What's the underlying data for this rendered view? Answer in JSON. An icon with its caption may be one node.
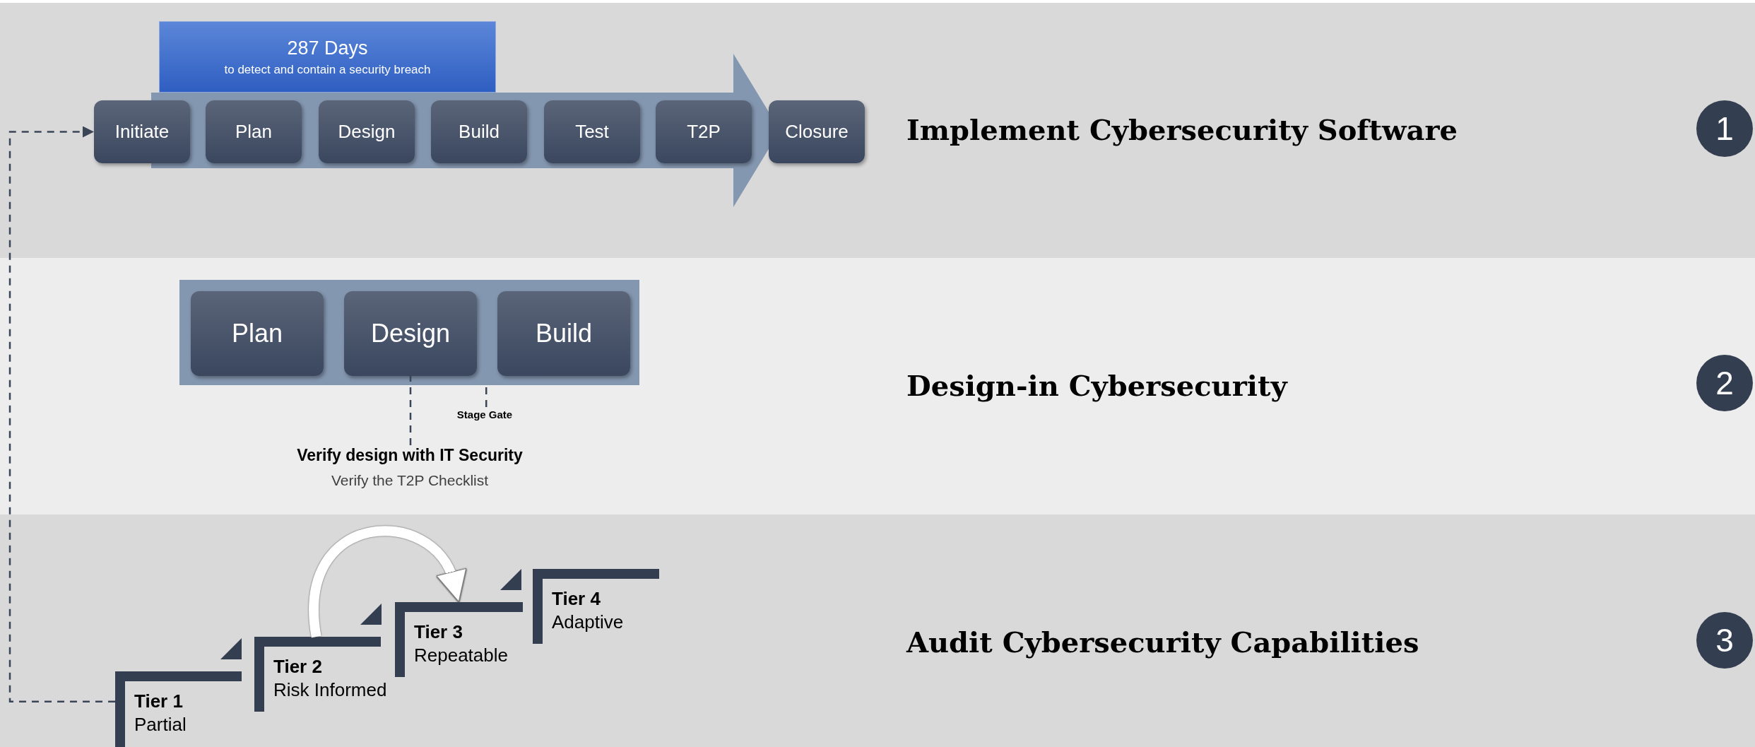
{
  "diagram": {
    "nodes": [
      {
        "text": [
          "287 Days",
          "to detect and contain a security breach"
        ]
      },
      {
        "text": [
          "Initiate"
        ]
      },
      {
        "text": [],
        "shape": "arrow"
      },
      {
        "text": [
          "Plan"
        ],
        "in": 2
      },
      {
        "text": [
          "Design"
        ],
        "in": 2
      },
      {
        "text": [
          "Build"
        ],
        "in": 2
      },
      {
        "text": [
          "Test"
        ],
        "in": 2
      },
      {
        "text": [
          "T2P"
        ],
        "in": 2
      },
      {
        "text": [
          "Closure"
        ]
      },
      {
        "text": [
          "1"
        ]
      },
      {
        "text": [],
        "shape": "box"
      },
      {
        "text": [
          "Plan"
        ],
        "in": 10
      },
      {
        "text": [
          "Design"
        ],
        "in": 10
      },
      {
        "text": [
          "Build"
        ],
        "in": 10
      },
      {
        "text": [
          "Stage Gate"
        ]
      },
      {
        "text": [
          "Verify design with IT Security",
          "Verify the T2P Checklist"
        ]
      },
      {
        "text": [
          "2"
        ]
      },
      {
        "text": [
          "Tier 4",
          "Adaptive"
        ]
      },
      {
        "text": [
          "Tier 3",
          "Repeatable"
        ]
      },
      {
        "text": [
          "Tier 2",
          "Risk Informed"
        ]
      },
      {
        "text": [
          "Tier 1",
          "Partial"
        ]
      },
      {
        "text": [
          "3"
        ]
      }
    ],
    "edges": [
      {
        "from": 20,
        "to": 1,
        "arrow": "to",
        "style": "dashed"
      },
      {
        "from": 15,
        "to": 12,
        "arrow": "none",
        "style": "dashed"
      },
      {
        "from": 14,
        "to": 10,
        "arrow": "none",
        "style": "dashed"
      },
      {
        "from": 19,
        "to": 18,
        "arrow": "to",
        "style": "thick",
        "color": "#ffffff"
      },
      {
        "from": 19,
        "to": 20,
        "arrow": "to",
        "color": "#333f50"
      },
      {
        "from": 18,
        "to": 19,
        "arrow": "to",
        "color": "#333f50"
      },
      {
        "from": 17,
        "to": 18,
        "arrow": "to",
        "color": "#333f50"
      }
    ],
    "labels": [
      "Implement Cybersecurity Software",
      "Design-in Cybersecurity",
      "Audit Cybersecurity Capabilities"
    ]
  }
}
